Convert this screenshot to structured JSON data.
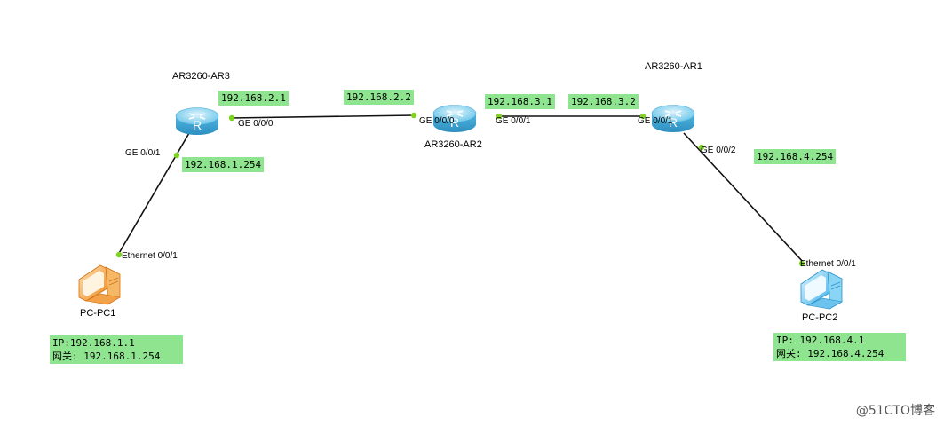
{
  "routers": {
    "ar3": {
      "name": "AR3260-AR3",
      "icon_letter": "R"
    },
    "ar2": {
      "name": "AR3260-AR2",
      "icon_letter": "R"
    },
    "ar1": {
      "name": "AR3260-AR1",
      "icon_letter": "R"
    }
  },
  "pcs": {
    "pc1": {
      "name": "PC-PC1",
      "ip_line": "IP:192.168.1.1",
      "gw_line": "网关: 192.168.1.254",
      "color": "#f4a640"
    },
    "pc2": {
      "name": "PC-PC2",
      "ip_line": "IP: 192.168.4.1",
      "gw_line": "网关: 192.168.4.254",
      "color": "#7fd0f0"
    }
  },
  "ports": {
    "ar3_ge000": "GE 0/0/0",
    "ar3_ge001": "GE 0/0/1",
    "ar2_ge000": "GE 0/0/0",
    "ar2_ge001": "GE 0/0/1",
    "ar1_ge001": "GE 0/0/1",
    "ar1_ge002": "GE 0/0/2",
    "pc1_eth": "Ethernet 0/0/1",
    "pc2_eth": "Ethernet 0/0/1"
  },
  "ip_labels": {
    "ar3_ge000": "192.168.2.1",
    "ar2_ge000": "192.168.2.2",
    "ar2_ge001": "192.168.3.1",
    "ar1_ge001": "192.168.3.2",
    "ar3_ge001": "192.168.1.254",
    "ar1_ge002": "192.168.4.254"
  },
  "colors": {
    "link": "#111111",
    "port_dot": "#7ed321",
    "label_bg": "#8fe58f",
    "router_body": "#5fc0e8"
  },
  "watermark": "@51CTO博客"
}
